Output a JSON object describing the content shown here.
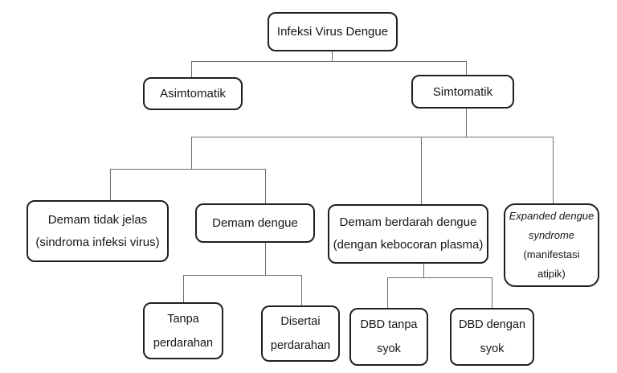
{
  "diagram": {
    "type": "flowchart",
    "title": "Infeksi Virus Dengue",
    "colors": {
      "background": "#ffffff",
      "box_fill": "#ffffff",
      "box_border": "#1f1f1f",
      "connector": "#6e6e6e",
      "text": "#161616"
    },
    "nodes": {
      "root": {
        "label": "Infeksi Virus Dengue"
      },
      "asimtomatik": {
        "label": "Asimtomatik"
      },
      "simtomatik": {
        "label": "Simtomatik"
      },
      "demam_tidak_jelas": {
        "line1": "Demam tidak jelas",
        "line2": "(sindroma infeksi virus)"
      },
      "demam_dengue": {
        "label": "Demam dengue"
      },
      "demam_berdarah": {
        "line1": "Demam berdarah dengue",
        "line2": "(dengan kebocoran plasma)"
      },
      "expanded": {
        "line1": "Expanded dengue",
        "line2": "syndrome",
        "line3": "(manifestasi",
        "line4": "atipik)"
      },
      "tanpa_perdarahan": {
        "line1": "Tanpa",
        "line2": "perdarahan"
      },
      "disertai_perdarahan": {
        "line1": "Disertai",
        "line2": "perdarahan"
      },
      "dbd_tanpa_syok": {
        "line1": "DBD tanpa",
        "line2": "syok"
      },
      "dbd_dengan_syok": {
        "line1": "DBD dengan",
        "line2": "syok"
      }
    },
    "edges": [
      {
        "from": "Infeksi Virus Dengue",
        "to": "Asimtomatik"
      },
      {
        "from": "Infeksi Virus Dengue",
        "to": "Simtomatik"
      },
      {
        "from": "Simtomatik",
        "to": "Demam tidak jelas (sindroma infeksi virus)"
      },
      {
        "from": "Simtomatik",
        "to": "Demam dengue"
      },
      {
        "from": "Simtomatik",
        "to": "Demam berdarah dengue (dengan kebocoran plasma)"
      },
      {
        "from": "Simtomatik",
        "to": "Expanded dengue syndrome (manifestasi atipik)"
      },
      {
        "from": "Demam dengue",
        "to": "Tanpa perdarahan"
      },
      {
        "from": "Demam dengue",
        "to": "Disertai perdarahan"
      },
      {
        "from": "Demam berdarah dengue (dengan kebocoran plasma)",
        "to": "DBD tanpa syok"
      },
      {
        "from": "Demam berdarah dengue (dengan kebocoran plasma)",
        "to": "DBD dengan syok"
      }
    ]
  }
}
